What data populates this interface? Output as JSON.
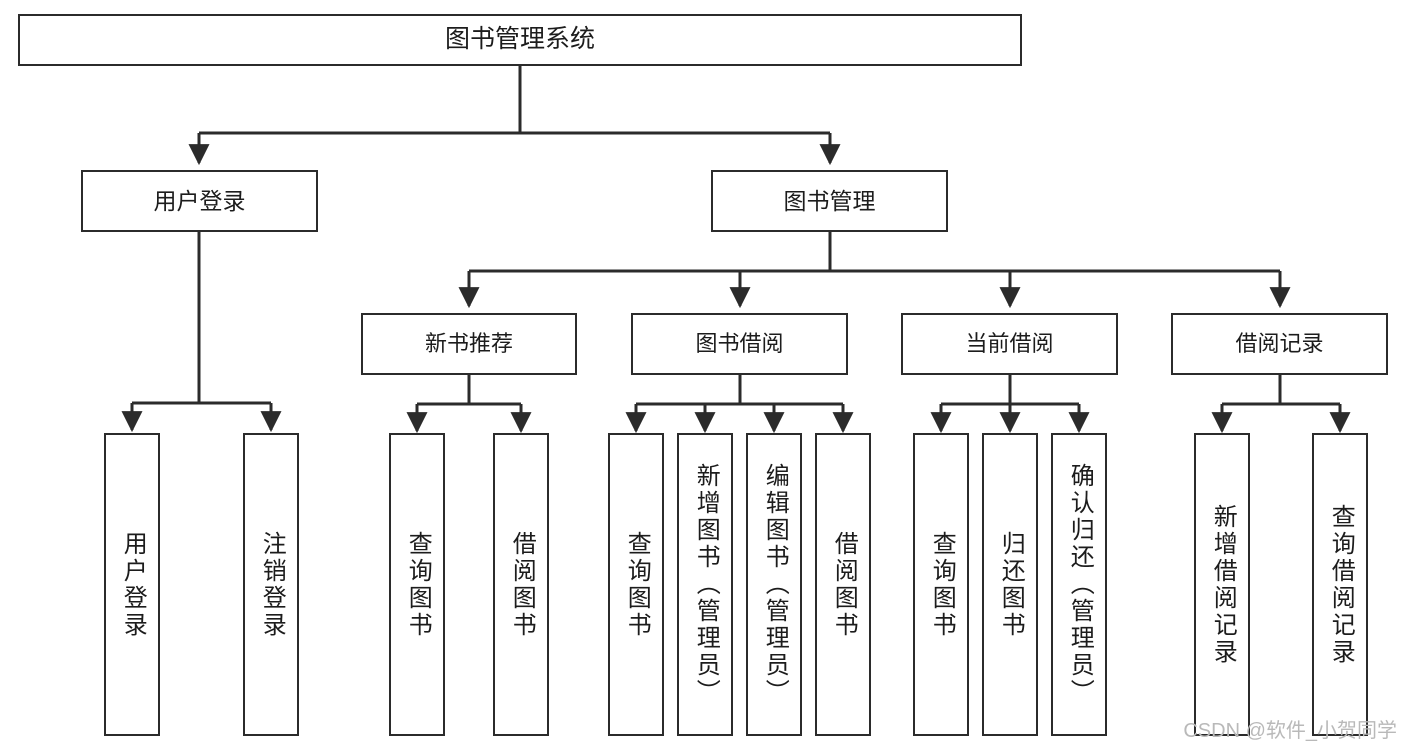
{
  "diagram": {
    "title": "图书管理系统",
    "type": "tree",
    "watermark": "CSDN @软件_小贺同学",
    "line_color": "#2b2b2b",
    "box_fill": "#ffffff",
    "text_color": "#1c1c1c",
    "watermark_color": "#b9b9b9"
  },
  "nodes": {
    "root": {
      "label": "图书管理系统"
    },
    "level2": [
      {
        "label": "用户登录"
      },
      {
        "label": "图书管理"
      }
    ],
    "level3": [
      {
        "label": "新书推荐"
      },
      {
        "label": "图书借阅"
      },
      {
        "label": "当前借阅"
      },
      {
        "label": "借阅记录"
      }
    ],
    "leaves": {
      "user_login": [
        {
          "label": "用户登录"
        },
        {
          "label": "注销登录"
        }
      ],
      "new_book": [
        {
          "label": "查询图书"
        },
        {
          "label": "借阅图书"
        }
      ],
      "book_borrow": [
        {
          "label": "查询图书"
        },
        {
          "label": "新增图书（管理员）"
        },
        {
          "label": "编辑图书（管理员）"
        },
        {
          "label": "借阅图书"
        }
      ],
      "current_borrow": [
        {
          "label": "查询图书"
        },
        {
          "label": "归还图书"
        },
        {
          "label": "确认归还（管理员）"
        }
      ],
      "borrow_record": [
        {
          "label": "新增借阅记录"
        },
        {
          "label": "查询借阅记录"
        }
      ]
    }
  }
}
